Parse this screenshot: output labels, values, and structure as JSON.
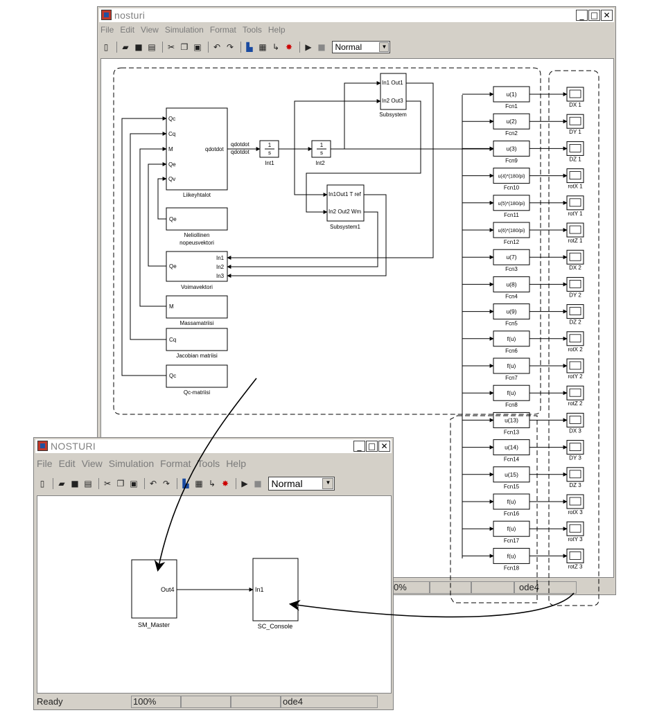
{
  "menu_items": [
    "File",
    "Edit",
    "View",
    "Simulation",
    "Format",
    "Tools",
    "Help"
  ],
  "window_buttons": {
    "minimize": "_",
    "maximize": "□",
    "close": "✕"
  },
  "toolbar_icons": [
    "new-icon",
    "open-icon",
    "save-icon",
    "print-icon",
    "cut-icon",
    "copy-icon",
    "paste-icon",
    "undo-icon",
    "redo-icon",
    "library-browser-icon",
    "model-explorer-icon",
    "debugger-icon",
    "build-icon",
    "start-icon",
    "stop-icon"
  ],
  "nosturi_window": {
    "title": "nosturi",
    "mode": "Normal",
    "status": {
      "zoom": "0%",
      "solver": "ode4"
    },
    "blocks": {
      "liikeyhtalot": {
        "label": "Liikeyhtalot",
        "ports_in": [
          "Qc",
          "Cq",
          "M",
          "Qe",
          "Qv"
        ],
        "port_out": "qdotdot"
      },
      "int1": {
        "label": "Int1",
        "tf_num": "1",
        "tf_den": "s"
      },
      "int2": {
        "label": "Int2",
        "tf_num": "1",
        "tf_den": "s"
      },
      "signal_label_1": "qdotdot",
      "signal_label_2": "qdotdot",
      "subsystem": {
        "label": "Subsystem",
        "ports": [
          "In1 Out1",
          "In2 Out3"
        ]
      },
      "subsystem1": {
        "label": "Subsystem1",
        "ports": [
          "In1Out1 T ref",
          "In2 Out2 Wm"
        ]
      },
      "neliollinen": {
        "label_1": "Neliollinen",
        "label_2": "nopeusvektori",
        "port": "Qe"
      },
      "voimavektori": {
        "label": "Voimavektori",
        "port_out": "Qe",
        "ports_in": [
          "In1",
          "In2",
          "In3"
        ]
      },
      "massamatriisi": {
        "label": "Massamatriisi",
        "port": "M"
      },
      "jacobian": {
        "label": "Jacobian matriisi",
        "port": "Cq"
      },
      "qc_matriisi": {
        "label": "Qc-matriisi",
        "port": "Qc"
      }
    },
    "fcn_blocks": [
      {
        "expr": "u(1)",
        "name": "Fcn1",
        "scope": "DX 1"
      },
      {
        "expr": "u(2)",
        "name": "Fcn2",
        "scope": "DY 1"
      },
      {
        "expr": "u(3)",
        "name": "Fcn9",
        "scope": "DZ 1"
      },
      {
        "expr": "u(4)*(180/pi)",
        "name": "Fcn10",
        "scope": "rotX 1"
      },
      {
        "expr": "u(5)*(180/pi)",
        "name": "Fcn11",
        "scope": "rotY 1"
      },
      {
        "expr": "u(6)*(180/pi)",
        "name": "Fcn12",
        "scope": "rotZ 1"
      },
      {
        "expr": "u(7)",
        "name": "Fcn3",
        "scope": "DX 2"
      },
      {
        "expr": "u(8)",
        "name": "Fcn4",
        "scope": "DY 2"
      },
      {
        "expr": "u(9)",
        "name": "Fcn5",
        "scope": "DZ 2"
      },
      {
        "expr": "f(u)",
        "name": "Fcn6",
        "scope": "rotX 2"
      },
      {
        "expr": "f(u)",
        "name": "Fcn7",
        "scope": "rotY 2"
      },
      {
        "expr": "f(u)",
        "name": "Fcn8",
        "scope": "rotZ 2"
      },
      {
        "expr": "u(13)",
        "name": "Fcn13",
        "scope": "DX 3"
      },
      {
        "expr": "u(14)",
        "name": "Fcn14",
        "scope": "DY 3"
      },
      {
        "expr": "u(15)",
        "name": "Fcn15",
        "scope": "DZ 3"
      },
      {
        "expr": "f(u)",
        "name": "Fcn16",
        "scope": "rotX 3"
      },
      {
        "expr": "f(u)",
        "name": "Fcn17",
        "scope": "rotY 3"
      },
      {
        "expr": "f(u)",
        "name": "Fcn18",
        "scope": "rotZ 3"
      }
    ]
  },
  "master_window": {
    "title": "NOSTURI",
    "mode": "Normal",
    "status": {
      "state": "Ready",
      "zoom": "100%",
      "solver": "ode4"
    },
    "sm_master": {
      "label": "SM_Master",
      "port": "Out4"
    },
    "sc_console": {
      "label": "SC_Console",
      "port": "In1"
    }
  }
}
